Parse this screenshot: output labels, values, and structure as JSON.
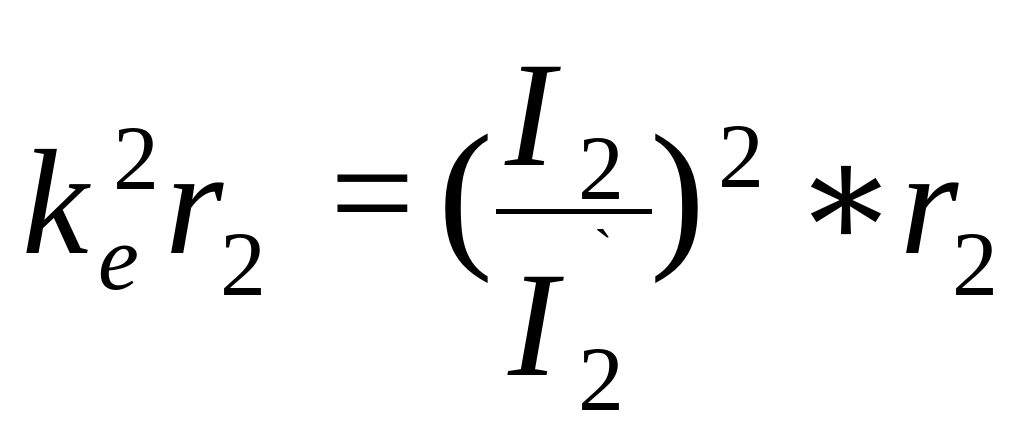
{
  "formula": {
    "lhs": {
      "k": "k",
      "k_subscript": "e",
      "k_superscript": "2",
      "r": "r",
      "r_subscript": "2"
    },
    "equals": "=",
    "open_paren": "(",
    "close_paren": ")",
    "fraction": {
      "numerator": "I",
      "numerator_subscript": "2",
      "denominator": "I",
      "denominator_subscript": "2",
      "prime_mark": "`"
    },
    "paren_superscript": "2",
    "operator": "∗",
    "rhs": {
      "r": "r",
      "r_subscript": "2"
    }
  }
}
